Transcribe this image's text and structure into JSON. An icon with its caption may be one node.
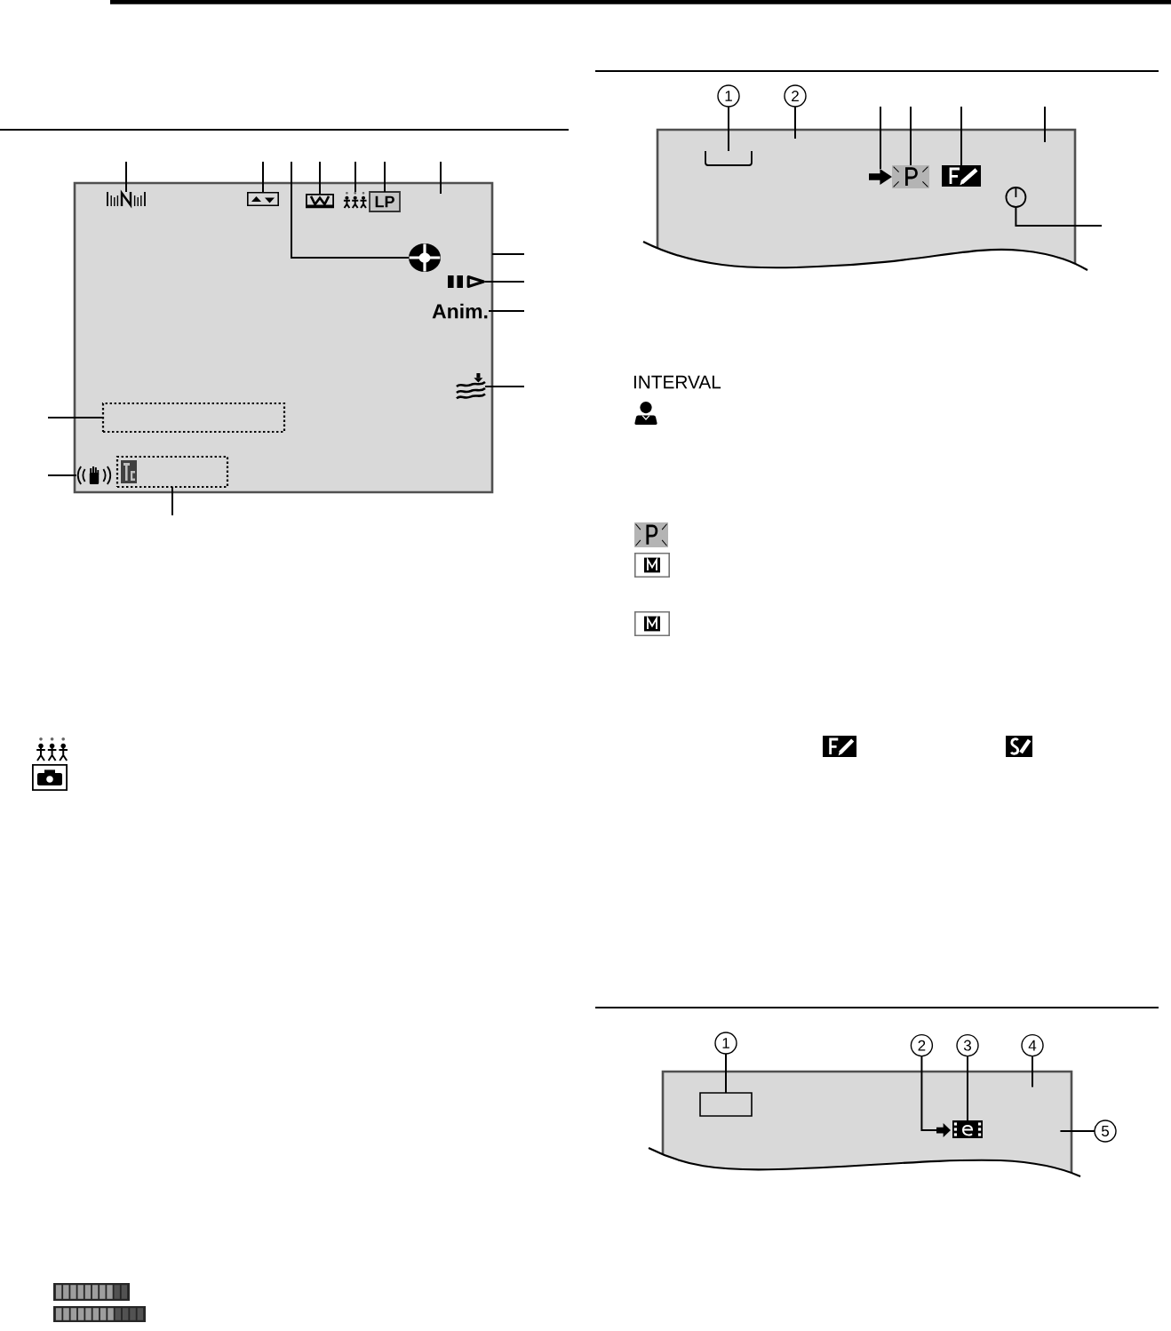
{
  "diagram": {
    "nodes": [
      {
        "text": [],
        "shape": "box"
      },
      {
        "text": [],
        "shape": "picture",
        "in": 0
      },
      {
        "text": [],
        "shape": "picture",
        "in": 0
      },
      {
        "text": [],
        "shape": "picture",
        "in": 0
      },
      {
        "text": [],
        "shape": "picture",
        "in": 0
      },
      {
        "text": [],
        "shape": "picture",
        "in": 0
      },
      {
        "text": [
          "LP"
        ],
        "in": 0
      },
      {
        "text": [],
        "shape": "picture",
        "in": 0
      },
      {
        "text": [
          "Anim."
        ],
        "in": 0
      },
      {
        "text": [],
        "shape": "picture",
        "in": 0
      },
      {
        "text": [],
        "shape": "box",
        "in": 0
      },
      {
        "text": [],
        "shape": "picture",
        "in": 0
      },
      {
        "text": [],
        "shape": "box",
        "in": 0
      },
      {
        "text": [
          "1"
        ]
      },
      {
        "text": [
          "2"
        ]
      },
      {
        "text": [],
        "shape": "box"
      },
      {
        "text": [],
        "shape": "bracket",
        "in": 15
      },
      {
        "text": [],
        "shape": "picture",
        "in": 15
      },
      {
        "text": [],
        "shape": "picture",
        "in": 15
      },
      {
        "text": [],
        "shape": "picture",
        "in": 15
      },
      {
        "text": [],
        "shape": "picture",
        "in": 15
      },
      {
        "text": [
          "1"
        ]
      },
      {
        "text": [
          "2"
        ]
      },
      {
        "text": [
          "3"
        ]
      },
      {
        "text": [
          "4"
        ]
      },
      {
        "text": [
          "5"
        ]
      },
      {
        "text": [],
        "shape": "box"
      },
      {
        "text": [],
        "shape": "box",
        "in": 26
      },
      {
        "text": [],
        "shape": "picture",
        "in": 26
      },
      {
        "text": [],
        "shape": "picture",
        "in": 26
      }
    ],
    "edges": [
      {
        "from": null,
        "to": 1,
        "arrow": "none"
      },
      {
        "from": null,
        "to": 2,
        "arrow": "none"
      },
      {
        "from": null,
        "to": 3,
        "arrow": "none"
      },
      {
        "from": null,
        "to": 4,
        "arrow": "none"
      },
      {
        "from": null,
        "to": 5,
        "arrow": "none"
      },
      {
        "from": null,
        "to": 6,
        "arrow": "none"
      },
      {
        "from": null,
        "to": 0,
        "arrow": "none"
      },
      {
        "from": null,
        "to": 0,
        "arrow": "none"
      },
      {
        "from": null,
        "to": 7,
        "arrow": "none"
      },
      {
        "from": null,
        "to": 8,
        "arrow": "none"
      },
      {
        "from": null,
        "to": 9,
        "arrow": "none"
      },
      {
        "from": null,
        "to": 10,
        "arrow": "none"
      },
      {
        "from": null,
        "to": 11,
        "arrow": "none"
      },
      {
        "from": null,
        "to": 12,
        "arrow": "none"
      },
      {
        "from": 13,
        "to": 16,
        "arrow": "none"
      },
      {
        "from": 14,
        "to": 15,
        "arrow": "none"
      },
      {
        "from": null,
        "to": 17,
        "arrow": "none"
      },
      {
        "from": null,
        "to": 18,
        "arrow": "none"
      },
      {
        "from": null,
        "to": 19,
        "arrow": "none"
      },
      {
        "from": null,
        "to": 15,
        "arrow": "none"
      },
      {
        "from": null,
        "to": 20,
        "arrow": "none"
      },
      {
        "from": 21,
        "to": 27,
        "arrow": "none"
      },
      {
        "from": 22,
        "to": 28,
        "arrow": "none"
      },
      {
        "from": 23,
        "to": 29,
        "arrow": "none"
      },
      {
        "from": 24,
        "to": 26,
        "arrow": "none"
      },
      {
        "from": 25,
        "to": 26,
        "arrow": "none"
      }
    ],
    "labels": [
      "INTERVAL"
    ]
  }
}
